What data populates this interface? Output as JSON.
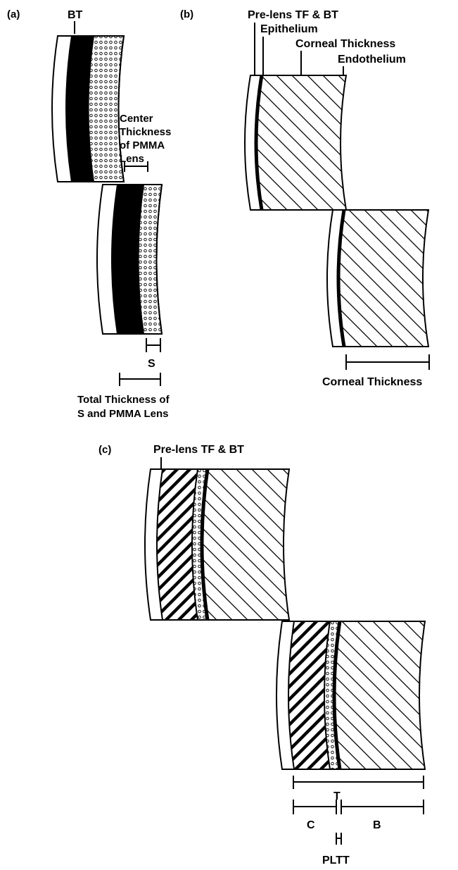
{
  "panels": {
    "a": {
      "tag": "(a)",
      "bt": "BT",
      "center_thickness": [
        "Center",
        "Thickness",
        "of PMMA",
        "Lens"
      ],
      "s": "S",
      "total_thickness": [
        "Total Thickness of",
        "S and PMMA Lens"
      ]
    },
    "b": {
      "tag": "(b)",
      "prelens": "Pre-lens TF & BT",
      "epithelium": "Epithelium",
      "corneal_top": "Corneal Thickness",
      "endothelium": "Endothelium",
      "corneal_bottom": "Corneal Thickness"
    },
    "c": {
      "tag": "(c)",
      "prelens": "Pre-lens TF & BT",
      "t": "T",
      "c": "C",
      "b": "B",
      "pltt": "PLTT"
    }
  }
}
